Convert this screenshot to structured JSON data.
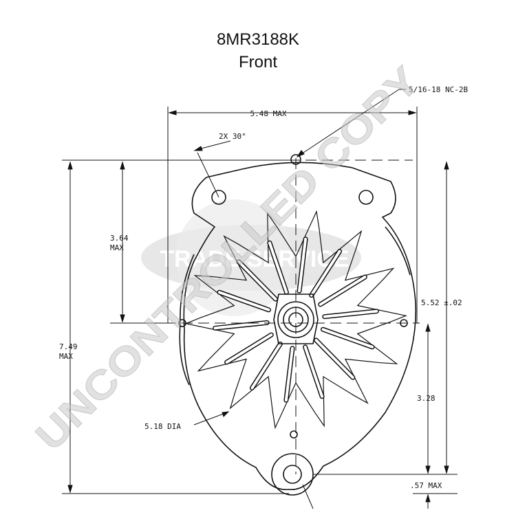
{
  "header": {
    "model": "8MR3188K",
    "view": "Front"
  },
  "dimensions": {
    "overall_width": "5.48 MAX",
    "thread": "5/16-18 NC-2B",
    "angle": "2X 30°",
    "upper_height": "3.64",
    "upper_height_note": "MAX",
    "overall_height": "7.49",
    "overall_height_note": "MAX",
    "mount_span": "5.52 ±.02",
    "lower_height": "3.28",
    "diameter": "5.18 DIA",
    "bottom_offset": ".57 MAX"
  },
  "watermark": {
    "diagonal": "UNCONTROLLED COPY",
    "logo": "TRADE SERVICE"
  }
}
